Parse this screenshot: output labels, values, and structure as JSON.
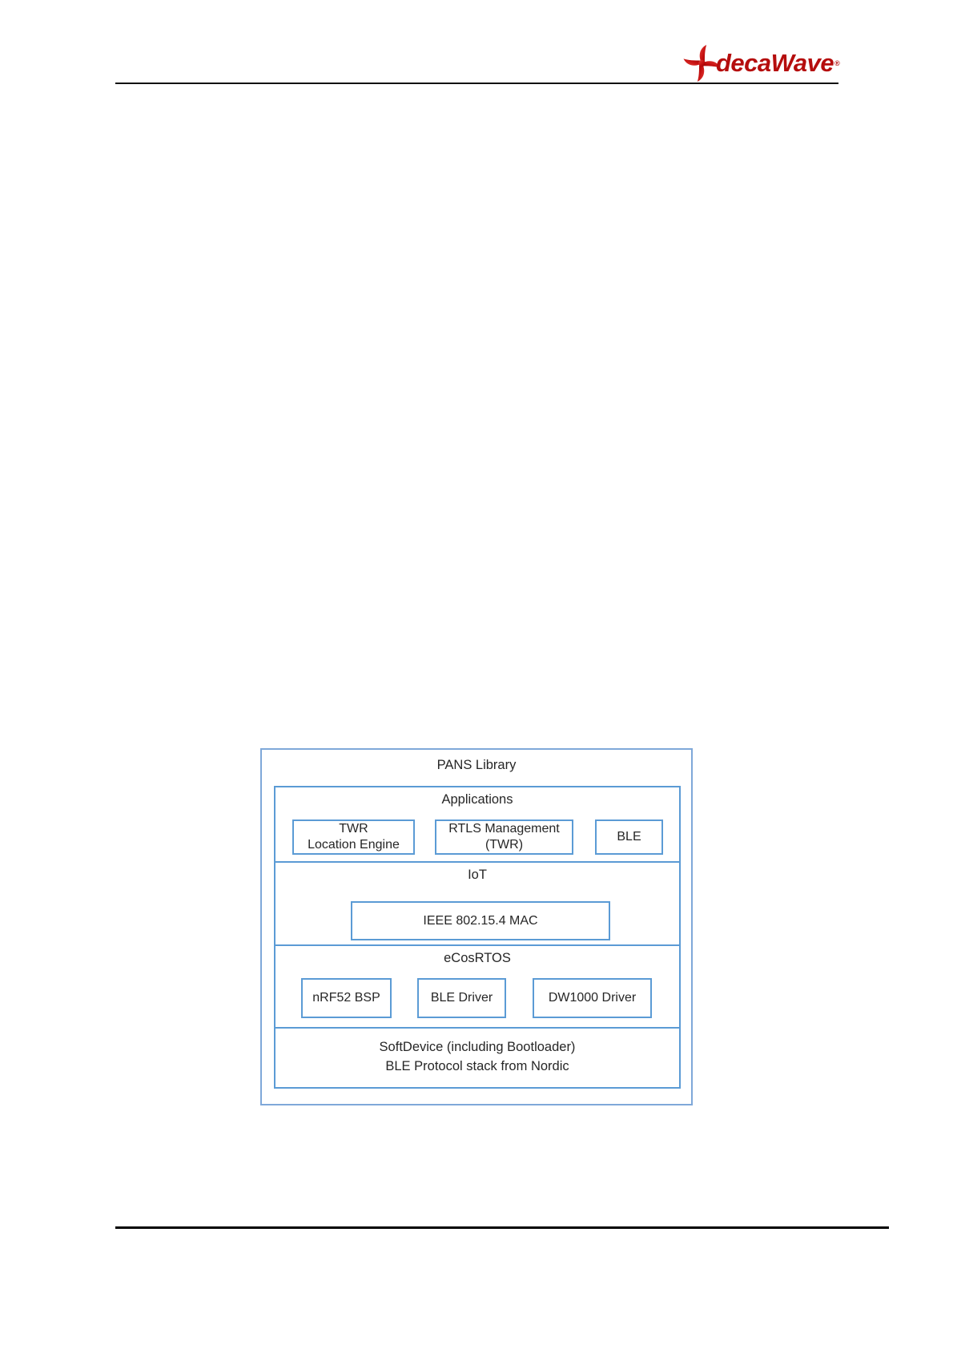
{
  "header": {
    "logo": {
      "text": "decaWave",
      "registered_mark": "®",
      "icon": "pinwheel-icon",
      "color": "#b50d0d"
    }
  },
  "diagram": {
    "outer_title": "PANS Library",
    "applications": {
      "title": "Applications",
      "twr_line1": "TWR",
      "twr_line2": "Location Engine",
      "rtls_line1": "RTLS Management",
      "rtls_line2": "(TWR)",
      "ble": "BLE"
    },
    "iot": {
      "title": "IoT",
      "mac": "IEEE 802.15.4 MAC"
    },
    "ecosrtos": {
      "title": "eCosRTOS",
      "bsp": "nRF52 BSP",
      "ble_driver": "BLE Driver",
      "dw1000_driver": "DW1000 Driver"
    },
    "softdevice": {
      "line1": "SoftDevice (including Bootloader)",
      "line2": "BLE Protocol stack from Nordic"
    }
  },
  "colors": {
    "outer_border": "#7fa8d9",
    "inner_border": "#5b9bd5",
    "logo_red": "#b50d0d",
    "text": "#262626",
    "header_rule": "#111111",
    "footer_rule": "#000000"
  }
}
